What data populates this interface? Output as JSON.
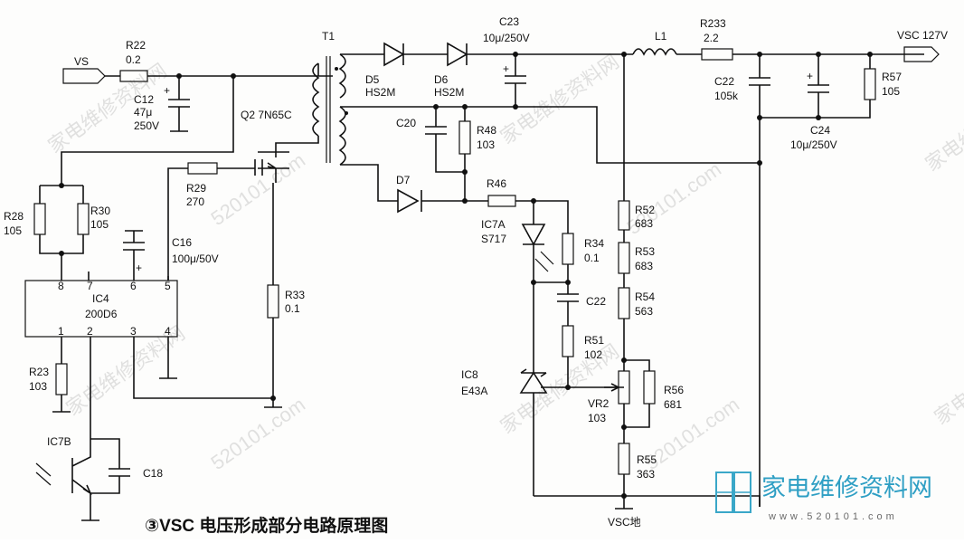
{
  "caption": "③VSC 电压形成部分电路原理图",
  "logo": {
    "cn": "家电维修资料网",
    "url": "www.520101.com"
  },
  "watermarks": [
    "家电维修资料网",
    "520101.com"
  ],
  "terminals": {
    "vs_in": "VS",
    "vsc_out": "VSC 127V",
    "vsc_gnd": "VSC地"
  },
  "transformer": {
    "ref": "T1"
  },
  "components": {
    "R22": {
      "ref": "R22",
      "value": "0.2"
    },
    "C12": {
      "ref": "C12",
      "value": "47μ",
      "value2": "250V"
    },
    "Q2": {
      "ref": "Q2 7N65C"
    },
    "R28": {
      "ref": "R28",
      "value": "105"
    },
    "R30": {
      "ref": "R30",
      "value": "105"
    },
    "R29": {
      "ref": "R29",
      "value": "270"
    },
    "C16": {
      "ref": "C16",
      "value": "100μ/50V"
    },
    "IC4": {
      "ref": "IC4",
      "value": "200D6",
      "pins": [
        "8",
        "7",
        "6",
        "5",
        "1",
        "2",
        "3",
        "4"
      ]
    },
    "R33": {
      "ref": "R33",
      "value": "0.1"
    },
    "R23": {
      "ref": "R23",
      "value": "103"
    },
    "IC7B": {
      "ref": "IC7B"
    },
    "C18": {
      "ref": "C18"
    },
    "D5": {
      "ref": "D5",
      "value": "HS2M"
    },
    "D6": {
      "ref": "D6",
      "value": "HS2M"
    },
    "C23": {
      "ref": "C23",
      "value": "10μ/250V"
    },
    "L1": {
      "ref": "L1"
    },
    "R233": {
      "ref": "R233",
      "value": "2.2"
    },
    "C22a": {
      "ref": "C22",
      "value": "105k"
    },
    "C24": {
      "ref": "C24",
      "value": "10μ/250V"
    },
    "R57": {
      "ref": "R57",
      "value": "105"
    },
    "C20": {
      "ref": "C20"
    },
    "R48": {
      "ref": "R48",
      "value": "103"
    },
    "D7": {
      "ref": "D7"
    },
    "R46": {
      "ref": "R46"
    },
    "IC7A": {
      "ref": "IC7A",
      "value": "S717"
    },
    "R34": {
      "ref": "R34",
      "value": "0.1"
    },
    "C22b": {
      "ref": "C22"
    },
    "R51": {
      "ref": "R51",
      "value": "102"
    },
    "IC8": {
      "ref": "IC8",
      "value": "E43A"
    },
    "R52": {
      "ref": "R52",
      "value": "683"
    },
    "R53": {
      "ref": "R53",
      "value": "683"
    },
    "R54": {
      "ref": "R54",
      "value": "563"
    },
    "VR2": {
      "ref": "VR2",
      "value": "103"
    },
    "R56": {
      "ref": "R56",
      "value": "681"
    },
    "R55": {
      "ref": "R55",
      "value": "363"
    }
  }
}
